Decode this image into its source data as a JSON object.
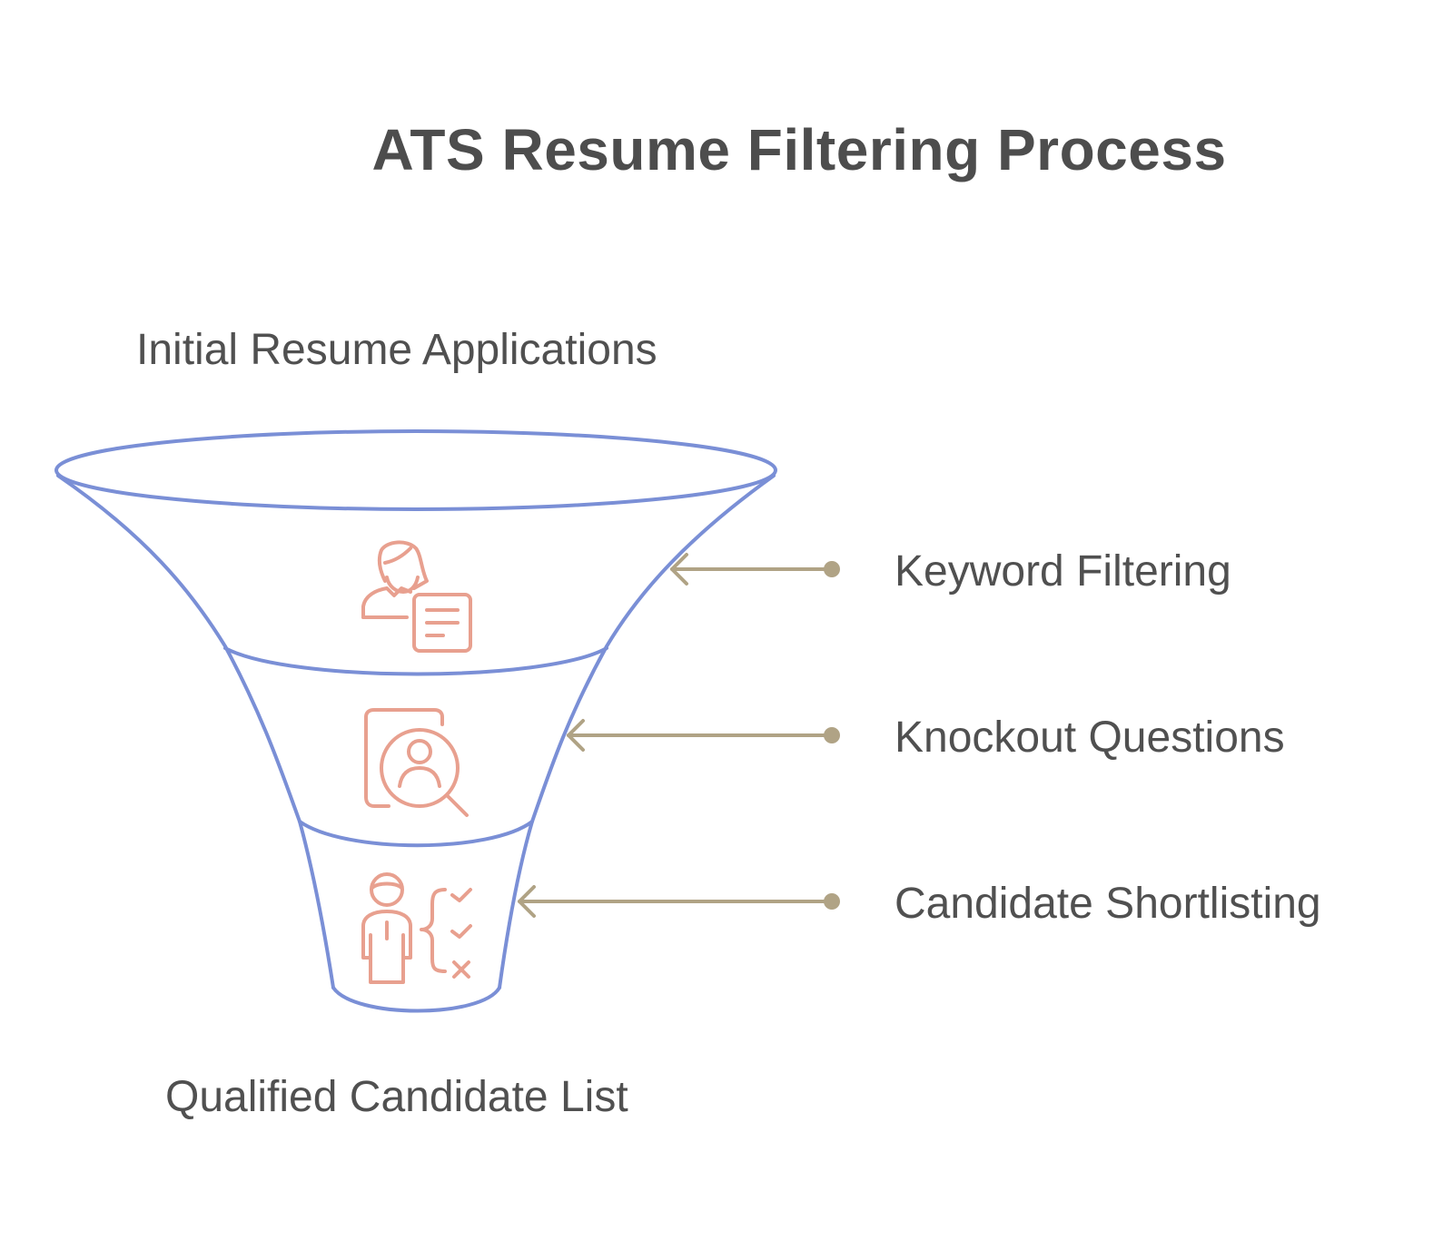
{
  "title": "ATS Resume Filtering Process",
  "top_label": "Initial Resume Applications",
  "bottom_label": "Qualified Candidate List",
  "stages": [
    {
      "label": "Keyword Filtering",
      "icon": "person-with-document-icon"
    },
    {
      "label": "Knockout Questions",
      "icon": "profile-search-icon"
    },
    {
      "label": "Candidate Shortlisting",
      "icon": "person-checklist-icon"
    }
  ],
  "colors": {
    "funnel_outline": "#7a8fd6",
    "icon": "#e8a08f",
    "connector": "#b0a385",
    "text": "#505050"
  }
}
